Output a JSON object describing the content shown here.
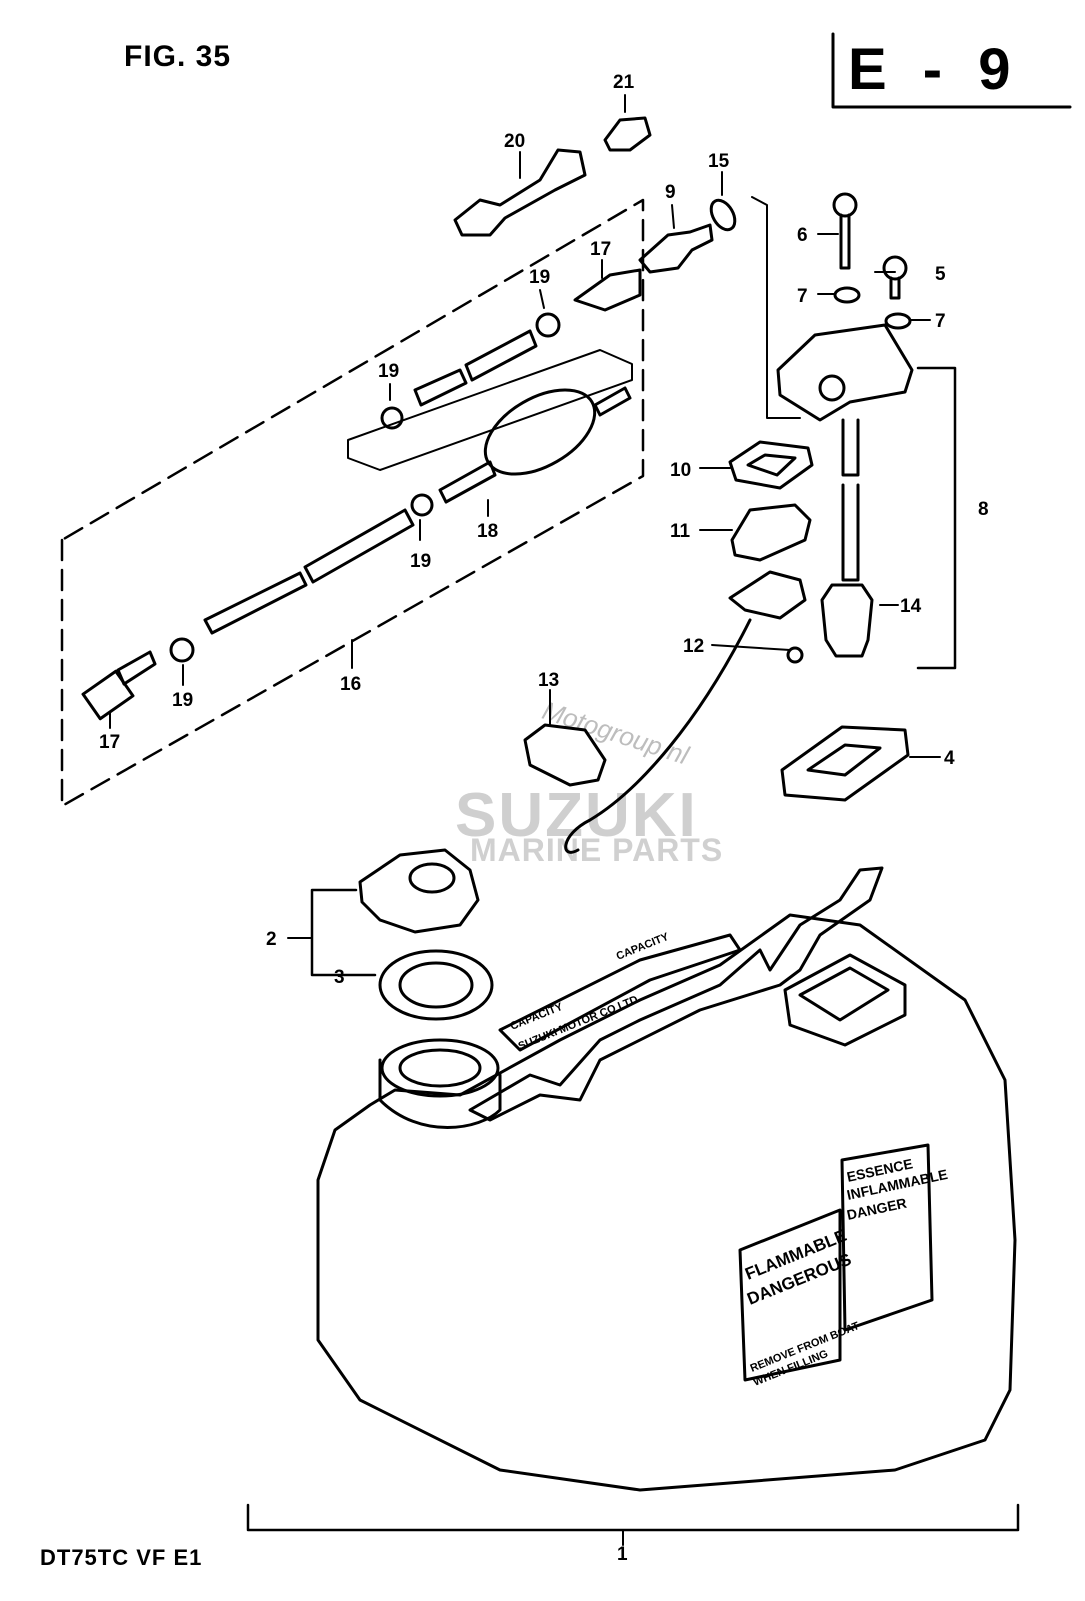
{
  "header": {
    "figure_label": "FIG. 35",
    "section_code": "E - 9"
  },
  "footer": {
    "model_code": "DT75TC VF E1"
  },
  "watermark": {
    "site": "Motogroup.nl",
    "brand": "SUZUKI",
    "tagline": "MARINE PARTS"
  },
  "tank_labels": {
    "capacity_1": "CAPACITY",
    "maker": "SUZUKI MOTOR CO LTD",
    "capacity_2": "CAPACITY",
    "warning_en_1": "FLAMMABLE",
    "warning_en_2": "DANGEROUS",
    "warning_en_3": "REMOVE FROM BOAT",
    "warning_en_4": "WHEN FILLING",
    "warning_fr_1": "ESSENCE",
    "warning_fr_2": "INFLAMMABLE",
    "warning_fr_3": "DANGER"
  },
  "callouts": [
    "1",
    "2",
    "3",
    "4",
    "5",
    "6",
    "7",
    "7",
    "8",
    "9",
    "10",
    "11",
    "12",
    "13",
    "14",
    "15",
    "16",
    "17",
    "17",
    "18",
    "19",
    "19",
    "19",
    "19",
    "20",
    "21"
  ]
}
